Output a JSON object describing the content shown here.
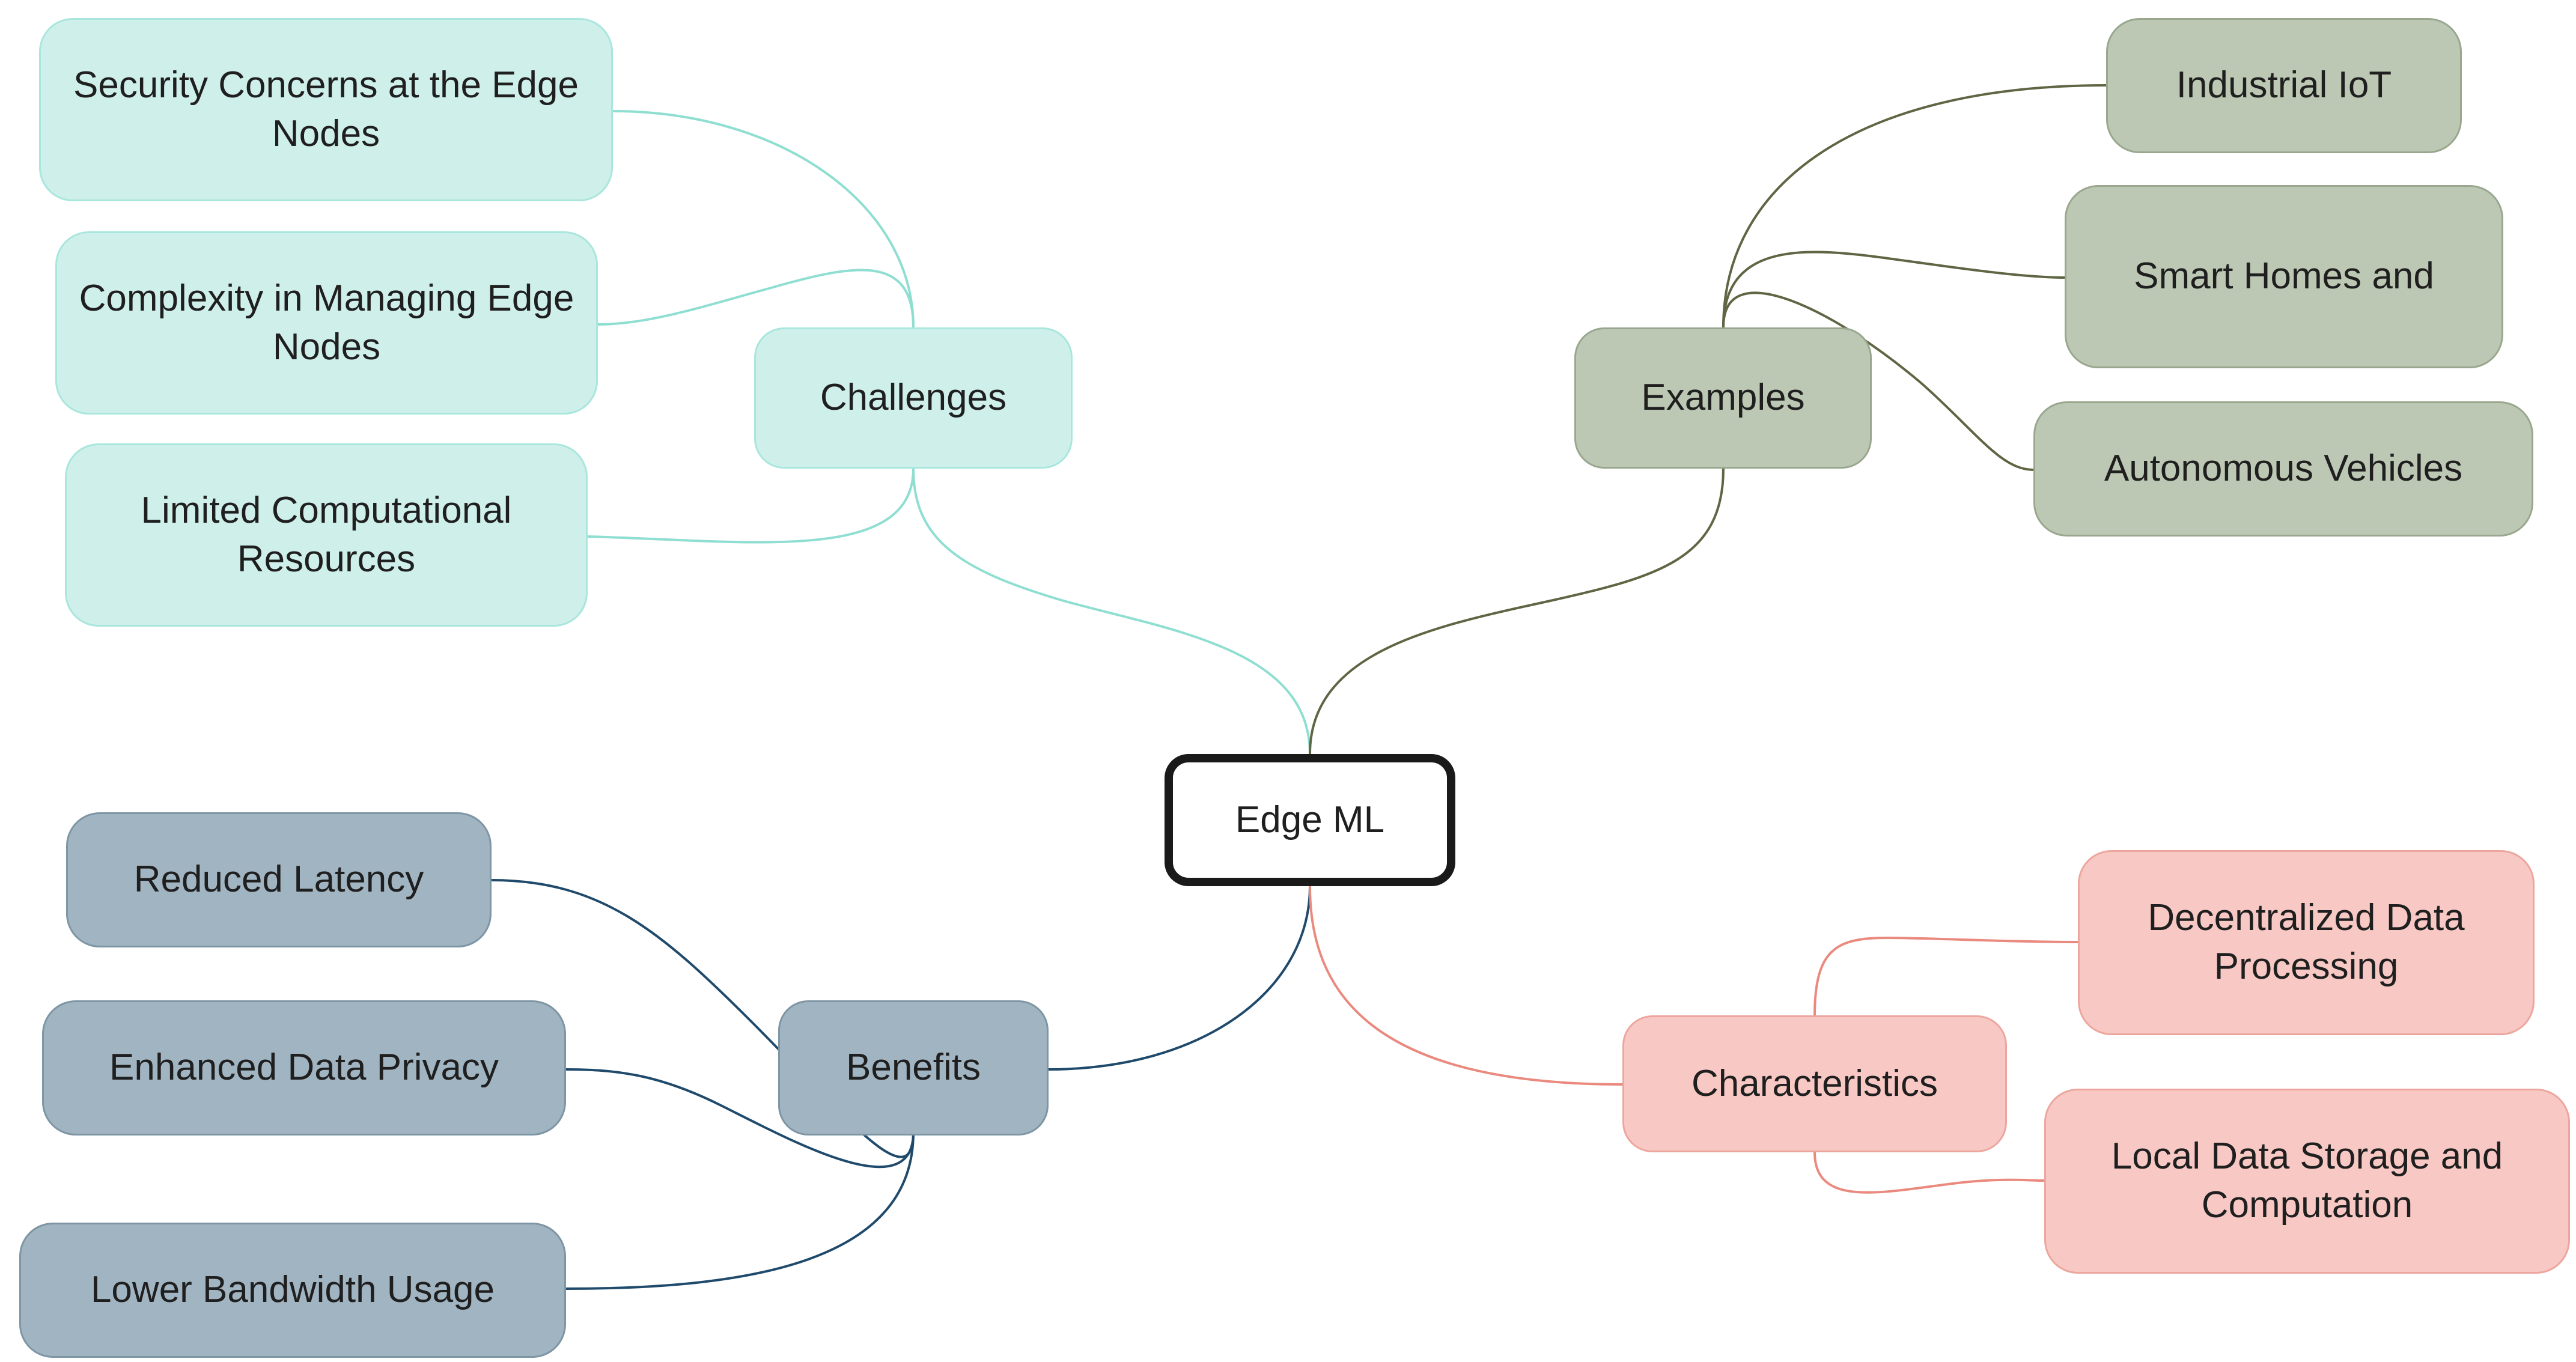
{
  "colors": {
    "challenges": "#cff0ea",
    "examples": "#bcc8b3",
    "benefits": "#a1b4c1",
    "characteristics": "#f8c9c4",
    "central_border": "#1a1a1a"
  },
  "central": {
    "label": "Edge ML"
  },
  "branches": {
    "challenges": {
      "label": "Challenges",
      "items": [
        "Security Concerns at the Edge Nodes",
        "Complexity in Managing Edge Nodes",
        "Limited Computational Resources"
      ]
    },
    "examples": {
      "label": "Examples",
      "items": [
        "Industrial IoT",
        "Smart Homes and",
        "Autonomous Vehicles"
      ]
    },
    "benefits": {
      "label": "Benefits",
      "items": [
        "Reduced Latency",
        "Enhanced Data Privacy",
        "Lower Bandwidth Usage"
      ]
    },
    "characteristics": {
      "label": "Characteristics",
      "items": [
        "Decentralized Data Processing",
        "Local Data Storage and Computation"
      ]
    }
  }
}
